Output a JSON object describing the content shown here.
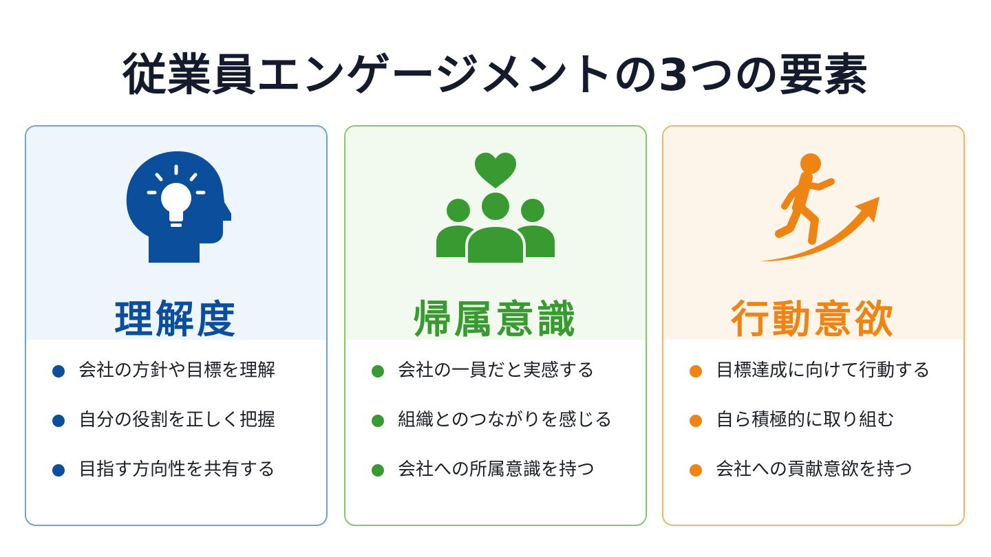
{
  "title": "従業員エンゲージメントの3つの要素",
  "colors": {
    "understanding": "#0b4f9c",
    "belonging": "#3a9a32",
    "motivation": "#ee8413",
    "title": "#141b2d"
  },
  "cards": [
    {
      "icon": "head-lightbulb-icon",
      "heading": "理解度",
      "bullets": [
        "会社の方針や目標を理解",
        "自分の役割を正しく把握",
        "目指す方向性を共有する"
      ]
    },
    {
      "icon": "people-heart-icon",
      "heading": "帰属意識",
      "bullets": [
        "会社の一員だと実感する",
        "組織とのつながりを感じる",
        "会社への所属意識を持つ"
      ]
    },
    {
      "icon": "running-person-arrow-icon",
      "heading": "行動意欲",
      "bullets": [
        "目標達成に向けて行動する",
        "自ら積極的に取り組む",
        "会社への貢献意欲を持つ"
      ]
    }
  ]
}
